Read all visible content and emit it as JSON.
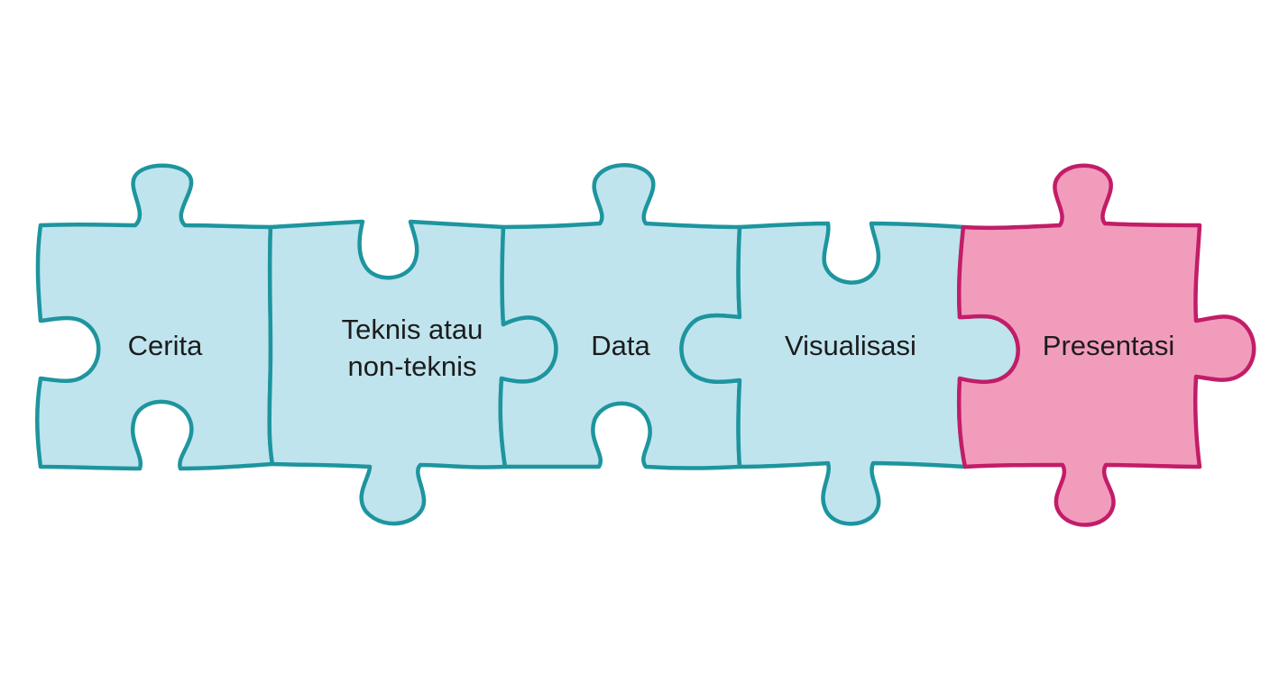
{
  "pieces": [
    {
      "label_lines": [
        "Cerita"
      ]
    },
    {
      "label_lines": [
        "Teknis atau",
        "non-teknis"
      ]
    },
    {
      "label_lines": [
        "Data"
      ]
    },
    {
      "label_lines": [
        "Visualisasi"
      ]
    },
    {
      "label_lines": [
        "Presentasi"
      ]
    }
  ],
  "colors": {
    "piece_fill": "#bfe4ee",
    "piece_stroke": "#1e959e",
    "highlight_fill": "#f29cbc",
    "highlight_stroke": "#c21d68"
  }
}
